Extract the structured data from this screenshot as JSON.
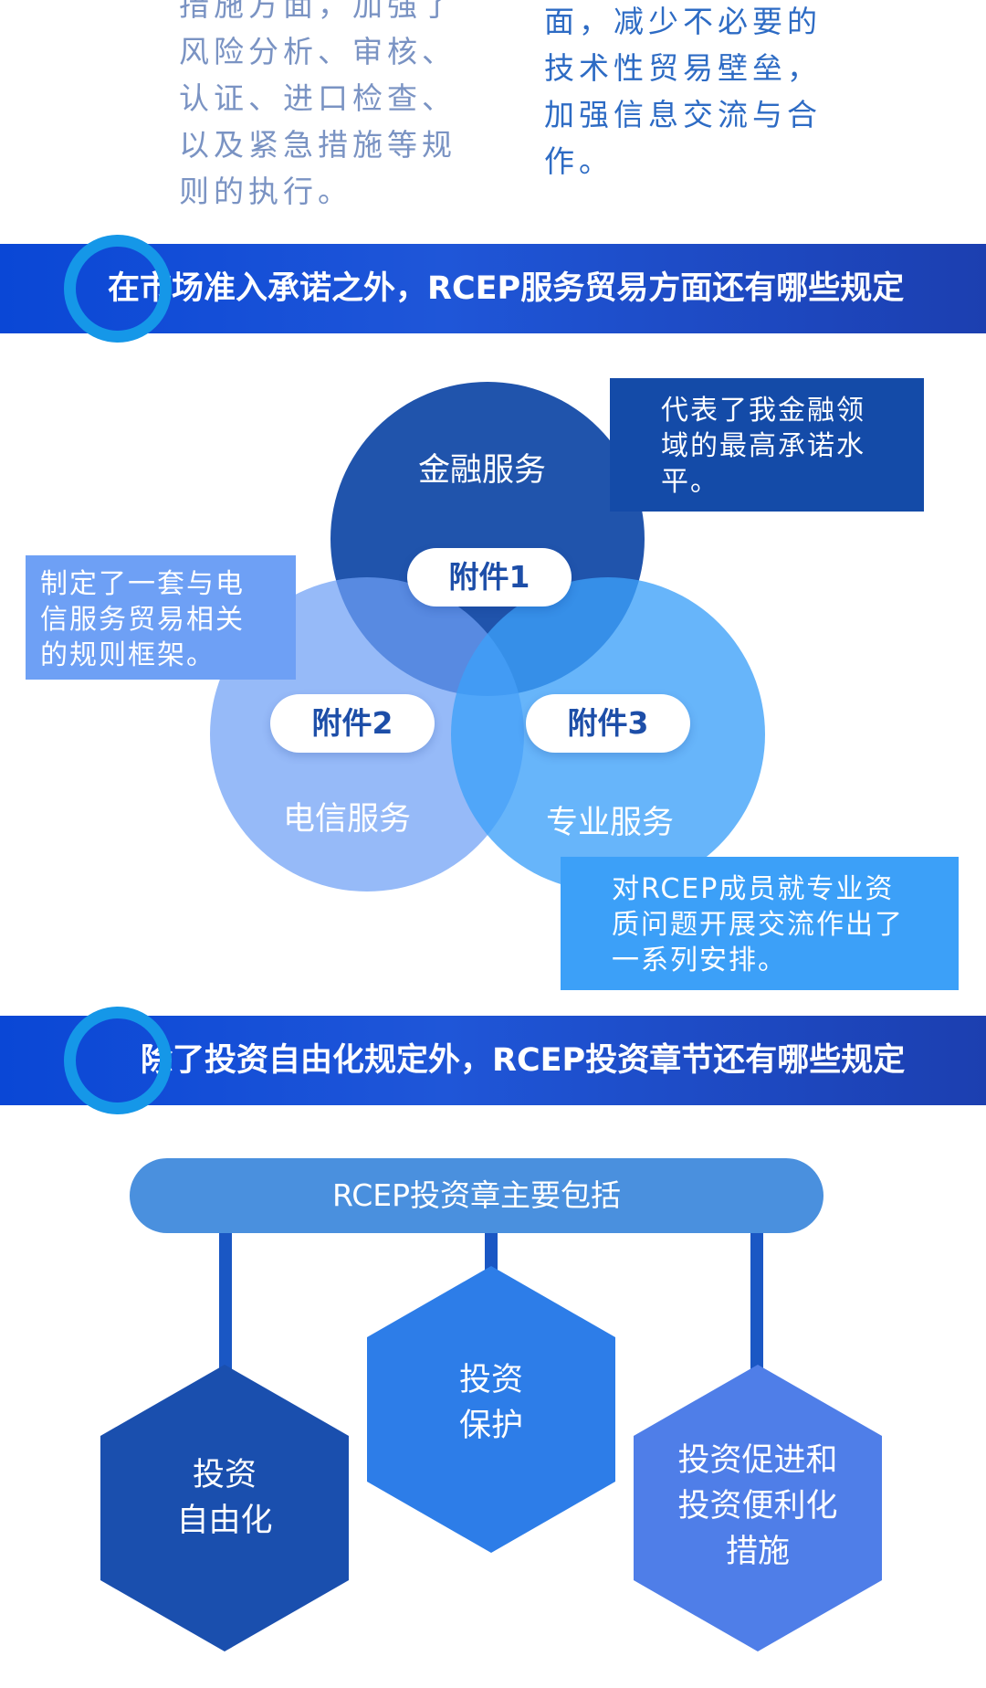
{
  "top_text": {
    "left_lines": [
      "措施方面，加强了",
      "风险分析、审核、",
      "认证、进口检查、",
      "以及紧急措施等规",
      "则的执行。"
    ],
    "right_lines": [
      "面，减少不必要的",
      "技术性贸易壁垒，",
      "加强信息交流与合",
      "作。"
    ]
  },
  "section1": {
    "title": "在市场准入承诺之外，RCEP服务贸易方面还有哪些规定"
  },
  "venn": {
    "financial": {
      "label": "金融服务",
      "annex": "附件1",
      "note_lines": [
        "代表了我金融领",
        "域的最高承诺水",
        "平。"
      ]
    },
    "telecom": {
      "label": "电信服务",
      "annex": "附件2",
      "note_lines": [
        "制定了一套与电",
        "信服务贸易相关",
        "的规则框架。"
      ]
    },
    "professional": {
      "label": "专业服务",
      "annex": "附件3",
      "note_lines": [
        "对RCEP成员就专业资",
        "质问题开展交流作出了",
        "一系列安排。"
      ]
    }
  },
  "section2": {
    "title": "除了投资自由化规定外，RCEP投资章节还有哪些规定"
  },
  "investment": {
    "root": "RCEP投资章主要包括",
    "items": [
      {
        "lines": [
          "投资",
          "自由化"
        ]
      },
      {
        "lines": [
          "投资",
          "保护"
        ]
      },
      {
        "lines": [
          "投资促进和",
          "投资便利化",
          "措施"
        ]
      }
    ]
  },
  "colors": {
    "banner": "#1f56d8",
    "ring": "#1597e8",
    "financial": "#144ba8",
    "telecom": "#6ea0f5",
    "professional": "#3ca0f8",
    "hex1": "#1a4fae",
    "hex2": "#2d7de8",
    "hex3": "#4f7ee8"
  }
}
